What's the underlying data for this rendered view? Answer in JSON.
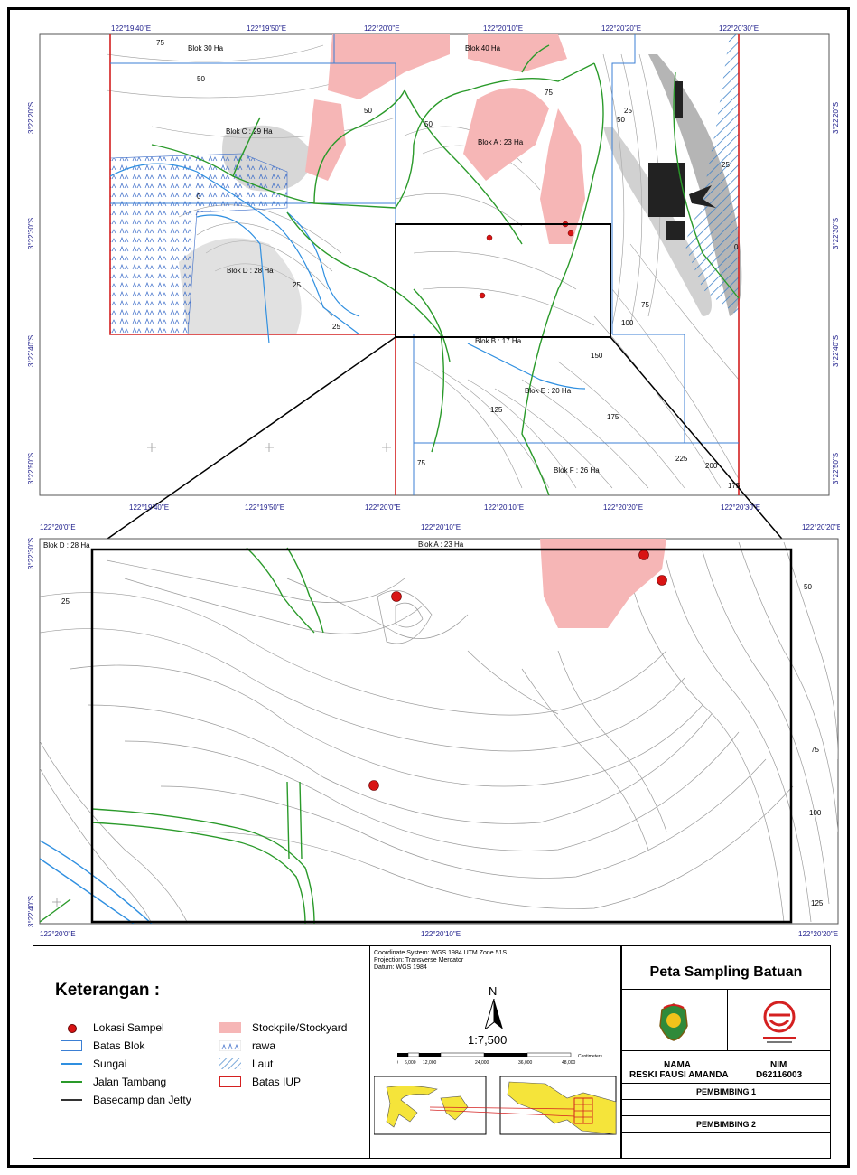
{
  "map": {
    "top_lon_labels": [
      "122°19'40\"E",
      "122°19'50\"E",
      "122°20'0\"E",
      "122°20'10\"E",
      "122°20'20\"E",
      "122°20'30\"E"
    ],
    "bottom_lon_labels": [
      "122°19'40\"E",
      "122°19'50\"E",
      "122°20'0\"E",
      "122°20'10\"E",
      "122°20'20\"E",
      "122°20'30\"E"
    ],
    "left_lat_labels": [
      "3°22'20\"S",
      "3°22'30\"S",
      "3°22'40\"S",
      "3°22'50\"S"
    ],
    "right_lat_labels": [
      "3°22'20\"S",
      "3°22'30\"S",
      "3°22'40\"S",
      "3°22'50\"S"
    ],
    "blocks": [
      "Blok 30 Ha",
      "Blok 40 Ha",
      "Blok C : 29 Ha",
      "Blok A : 23 Ha",
      "Blok D : 28 Ha",
      "Blok B : 17 Ha",
      "Blok E : 20 Ha",
      "Blok F : 26 Ha"
    ],
    "contours": [
      "75",
      "50",
      "50",
      "50",
      "75",
      "25",
      "50",
      "25",
      "25",
      "0",
      "0",
      "25",
      "100",
      "75",
      "150",
      "125",
      "175",
      "225",
      "200",
      "175",
      "75"
    ],
    "inset_top_lon": [
      "122°20'0\"E",
      "122°20'10\"E",
      "122°20'20\"E"
    ],
    "inset_bottom_lon": [
      "122°20'0\"E",
      "122°20'10\"E",
      "122°20'20\"E"
    ],
    "inset_left_lat": [
      "3°22'30\"S",
      "3°22'40\"S"
    ],
    "inset_blocks": [
      "Blok D : 28 Ha",
      "Blok A : 23 Ha"
    ],
    "inset_contours": [
      "25",
      "50",
      "75",
      "100",
      "125"
    ]
  },
  "legend": {
    "heading": "Keterangan :",
    "items": [
      "Lokasi Sampel",
      "Batas Blok",
      "Sungai",
      "Jalan Tambang",
      "Basecamp dan Jetty",
      "Stockpile/Stockyard",
      "rawa",
      "Laut",
      "Batas IUP"
    ]
  },
  "info": {
    "meta_lines": [
      "Coordinate System: WGS 1984 UTM Zone 51S",
      "Projection: Transverse Mercator",
      "Datum: WGS 1984"
    ],
    "north": "N",
    "scale": "1:7,500",
    "scale_ticks": [
      "0",
      "6,000",
      "12,000",
      "24,000",
      "36,000",
      "48,000"
    ],
    "scale_unit": "Centimeters"
  },
  "title_block": {
    "title": "Peta Sampling Batuan",
    "nama_label": "NAMA",
    "nama_value": "RESKI FAUSI AMANDA",
    "nim_label": "NIM",
    "nim_value": "D62116003",
    "pembimbing1": "PEMBIMBING 1",
    "pembimbing2": "PEMBIMBING 2"
  },
  "colors": {
    "block": "#3b7fd4",
    "river": "#2f8fe0",
    "road": "#2a9a2a",
    "iup": "#d42020",
    "stockpile": "#f6b6b6",
    "sample": "#d81414",
    "sea": "#7ab8e8"
  }
}
